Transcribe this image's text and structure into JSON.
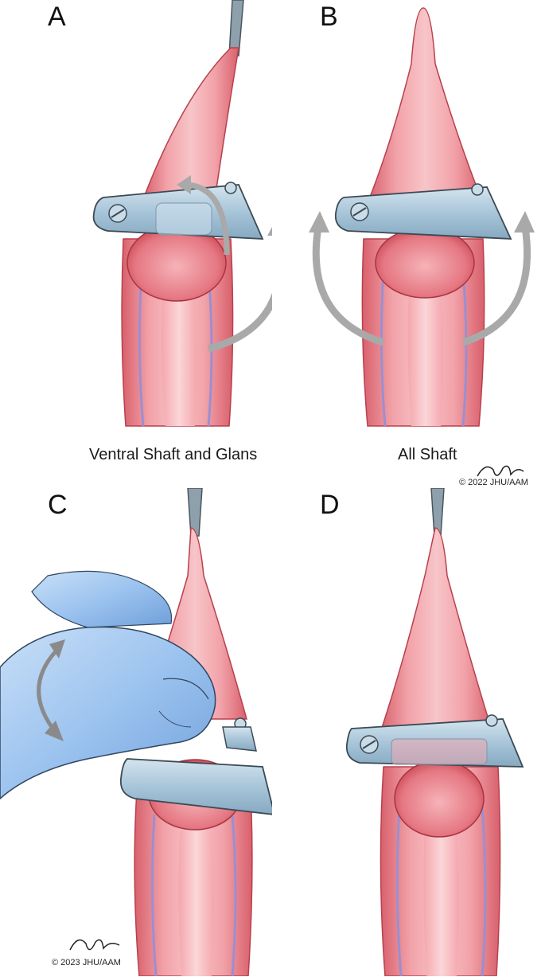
{
  "panels": [
    {
      "letter": "A",
      "caption": "Ventral Shaft and Glans"
    },
    {
      "letter": "B",
      "caption": "All Shaft"
    },
    {
      "letter": "C"
    },
    {
      "letter": "D"
    }
  ],
  "credits": [
    {
      "copyright": "© 2022 JHU/AAM"
    },
    {
      "copyright": "© 2023 JHU/AAM"
    }
  ],
  "colors": {
    "tissue": "#e9828c",
    "tissue_light": "#f7c4c6",
    "tissue_dark": "#c9444f",
    "vessel": "#9a8fd2",
    "clamp": "#a9c6da",
    "clamp_edge": "#3b4a55",
    "arrow": "#a9a9a9",
    "finger": "#9cc3ef"
  },
  "icons": [
    "clamp-icon",
    "curved-arrow-icon",
    "finger-icon",
    "signature-mark"
  ]
}
